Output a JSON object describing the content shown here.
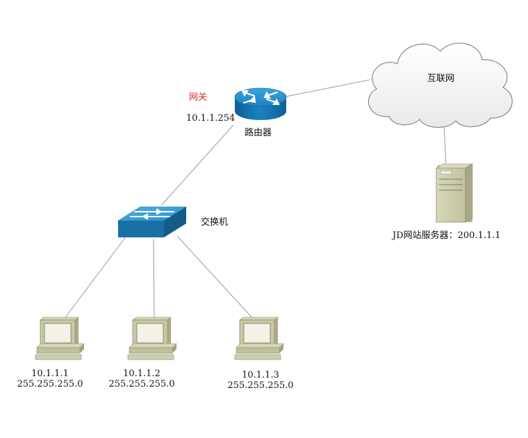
{
  "router": {
    "gateway_label": "网关",
    "ip": "10.1.1.254",
    "name": "路由器"
  },
  "switch": {
    "name": "交换机"
  },
  "internet": {
    "name": "互联网"
  },
  "server": {
    "label": "JD网站服务器：200.1.1.1"
  },
  "pcs": [
    {
      "ip": "10.1.1.1",
      "mask": "255.255.255.0"
    },
    {
      "ip": "10.1.1.2",
      "mask": "255.255.255.0"
    },
    {
      "ip": "10.1.1.3",
      "mask": "255.255.255.0"
    }
  ],
  "colors": {
    "router_blue": "#1b82c3",
    "switch_blue": "#2c95cf",
    "device_khaki": "#c8c8a6",
    "gateway_red": "#e02a2a",
    "link_gray": "#9a9a9a"
  }
}
